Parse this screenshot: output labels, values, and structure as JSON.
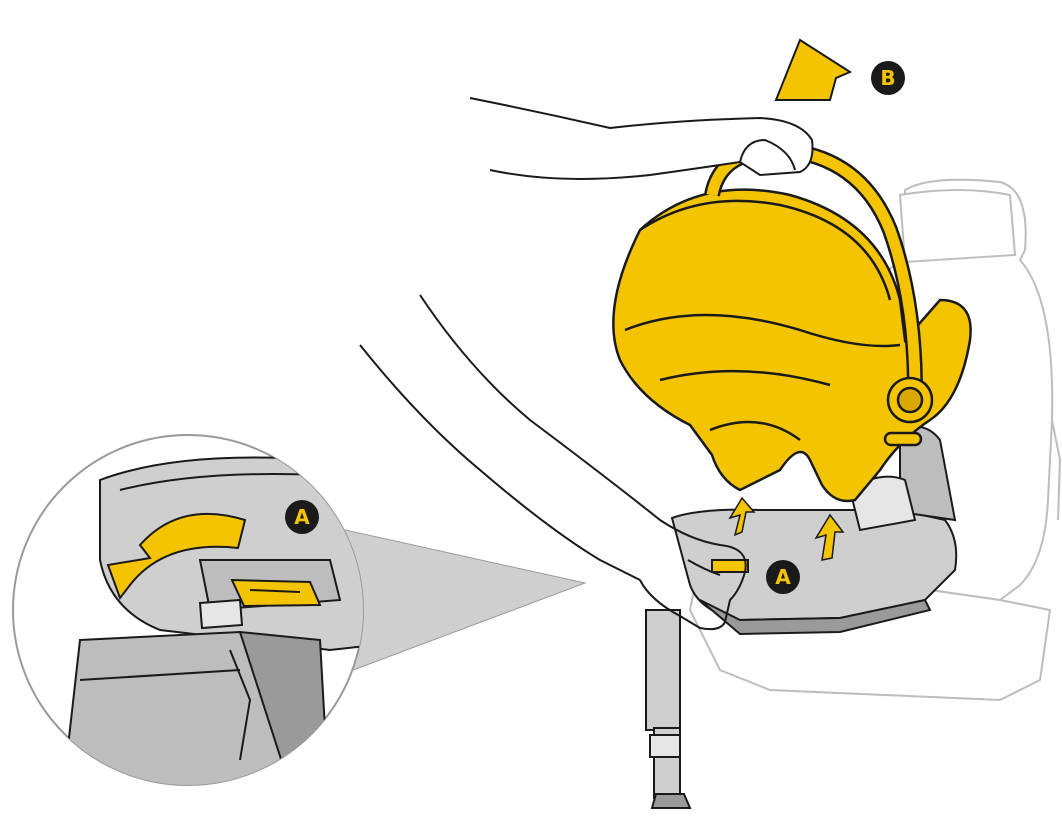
{
  "callouts": {
    "a_zoom": "A",
    "a_main": "A",
    "b": "B"
  },
  "colors": {
    "accent_yellow": "#f5c400",
    "accent_yellow_dark": "#d9a900",
    "base_grey": "#cfcfcf",
    "base_grey_dark": "#9a9a9a",
    "ink": "#1a1a1a",
    "seat_outline": "#bdbdbd"
  },
  "icons": [
    "up-arrow-icon",
    "curved-arrow-icon",
    "release-handle-icon"
  ]
}
